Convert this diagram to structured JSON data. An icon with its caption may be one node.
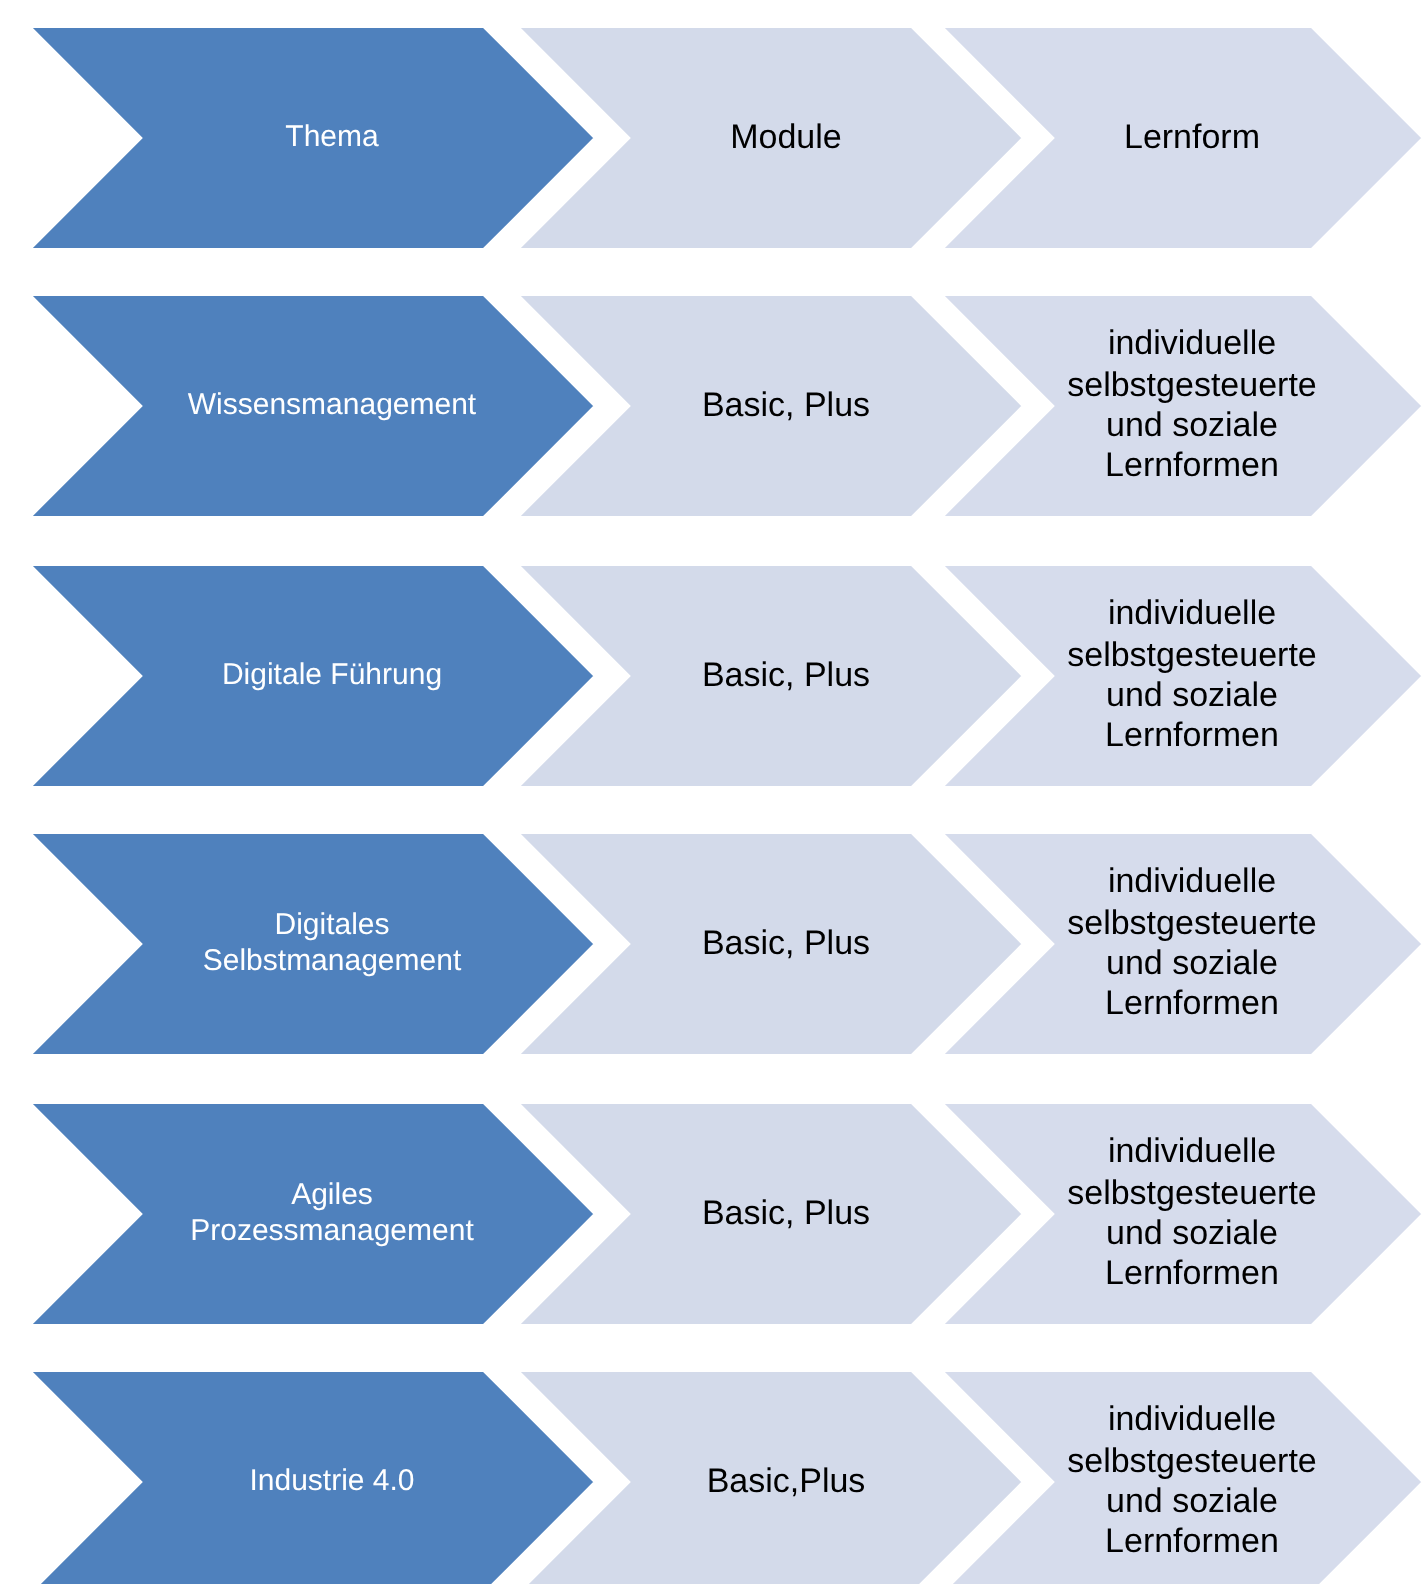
{
  "diagram": {
    "nodes": [
      {
        "text": [
          "Thema"
        ]
      },
      {
        "text": [
          "Module"
        ]
      },
      {
        "text": [
          "Lernform"
        ]
      },
      {
        "text": [
          "Wissensmanagement"
        ]
      },
      {
        "text": [
          "Basic, Plus"
        ]
      },
      {
        "text": [
          "individuelle selbstgesteuerte und soziale Lernformen"
        ]
      },
      {
        "text": [
          "Digitale Führung"
        ]
      },
      {
        "text": [
          "Basic, Plus"
        ]
      },
      {
        "text": [
          "individuelle selbstgesteuerte und soziale Lernformen"
        ]
      },
      {
        "text": [
          "Digitales Selbstmanagement"
        ]
      },
      {
        "text": [
          "Basic, Plus"
        ]
      },
      {
        "text": [
          "individuelle selbstgesteuerte und soziale Lernformen"
        ]
      },
      {
        "text": [
          "Agiles Prozessmanagement"
        ]
      },
      {
        "text": [
          "Basic, Plus"
        ]
      },
      {
        "text": [
          "individuelle selbstgesteuerte und soziale Lernformen"
        ]
      },
      {
        "text": [
          "Industrie 4.0"
        ]
      },
      {
        "text": [
          "Basic,Plus"
        ]
      },
      {
        "text": [
          "individuelle selbstgesteuerte und soziale Lernformen"
        ]
      }
    ]
  }
}
